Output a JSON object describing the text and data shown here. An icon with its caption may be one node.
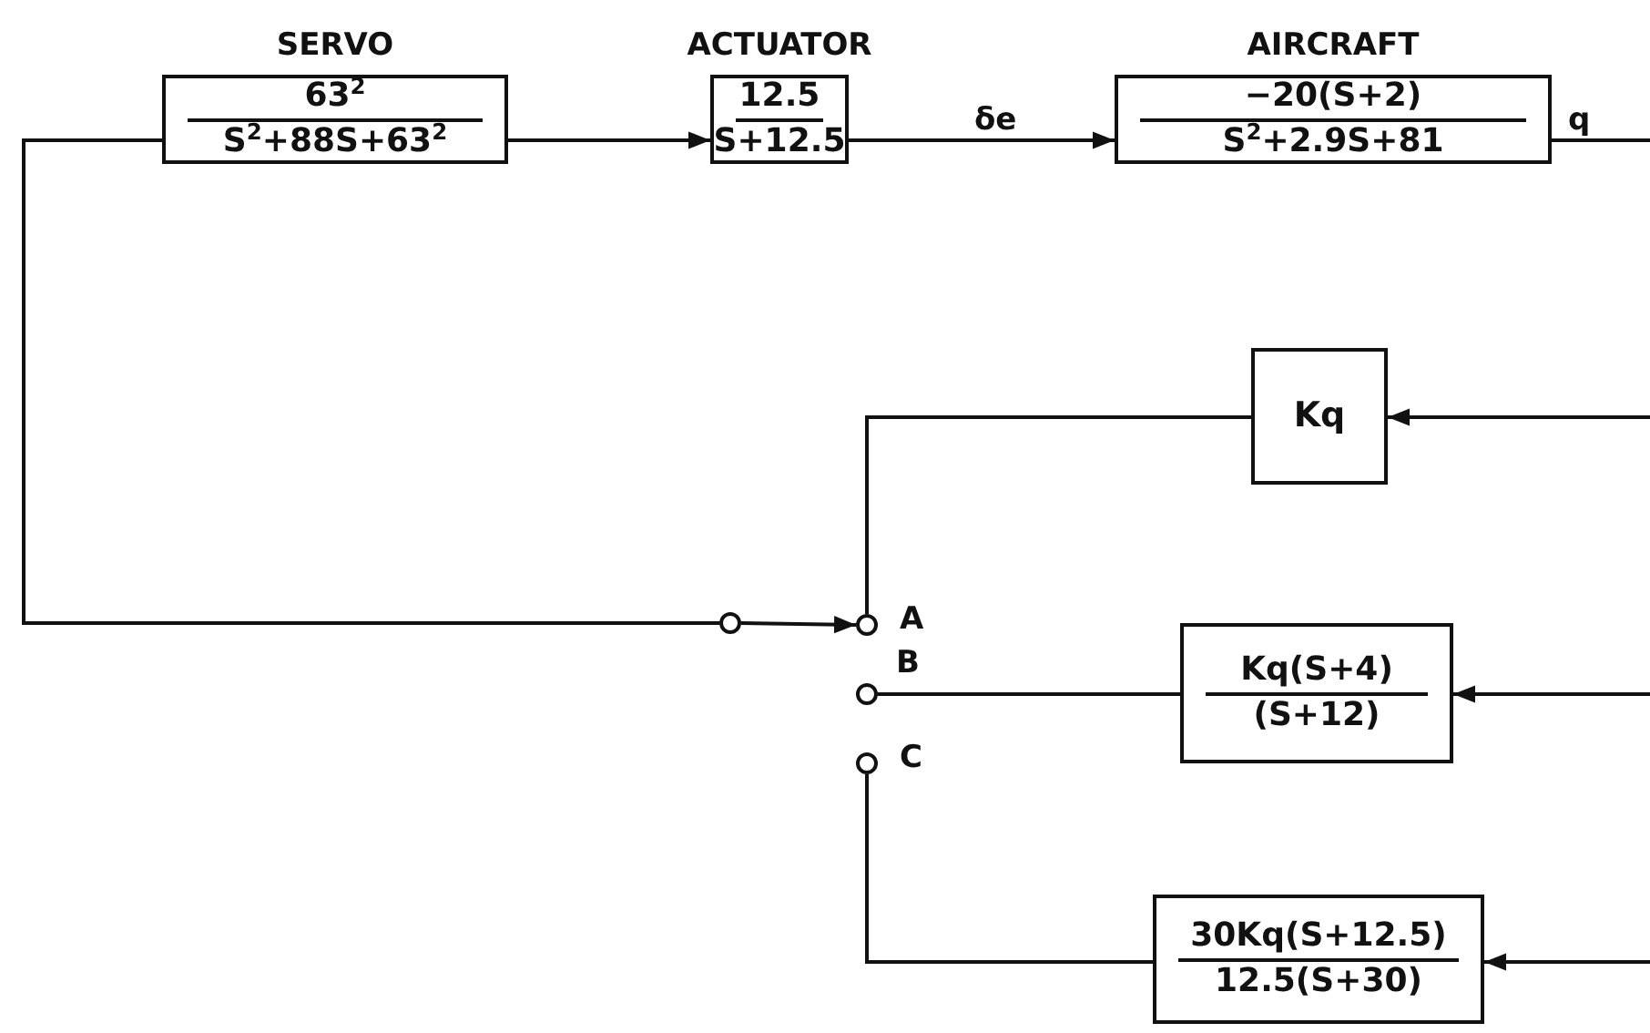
{
  "diagram": {
    "nodes": [
      {
        "text": [
          "SERVO",
          "63$^{2}$",
          "S$^{2}$+88S+63$^{2}$"
        ]
      },
      {
        "text": [
          "ACTUATOR",
          "12.5",
          "S+12.5"
        ]
      },
      {
        "text": [
          "AIRCRAFT",
          "−20(S+2)",
          "S$^{2}$+2.9S+81"
        ]
      },
      {
        "text": [
          "Kq"
        ]
      },
      {
        "text": [
          "Kq(S+4)",
          "(S+12)"
        ]
      },
      {
        "text": [
          "30Kq(S+12.5)",
          "12.5(S+30)"
        ]
      },
      {
        "text": [],
        "shape": "circle"
      },
      {
        "text": [],
        "shape": "circle",
        "beside": [
          "A"
        ]
      },
      {
        "text": [],
        "shape": "circle",
        "beside": [
          "B"
        ]
      },
      {
        "text": [],
        "shape": "circle",
        "beside": [
          "C"
        ]
      }
    ],
    "edges": [
      {
        "from": 0,
        "to": 1,
        "arrow": "to"
      },
      {
        "from": 1,
        "to": 2,
        "arrow": "to",
        "label": "δe"
      },
      {
        "from": 2,
        "to": null,
        "arrow": "none",
        "label": "q"
      },
      {
        "from": null,
        "to": 3,
        "arrow": "to"
      },
      {
        "from": null,
        "to": 4,
        "arrow": "to"
      },
      {
        "from": null,
        "to": 5,
        "arrow": "to"
      },
      {
        "from": 3,
        "to": 7,
        "arrow": "none"
      },
      {
        "from": 4,
        "to": 8,
        "arrow": "none"
      },
      {
        "from": 5,
        "to": 9,
        "arrow": "none"
      },
      {
        "from": 6,
        "to": 7,
        "arrow": "to"
      },
      {
        "from": 6,
        "to": 0,
        "arrow": "none"
      }
    ]
  }
}
